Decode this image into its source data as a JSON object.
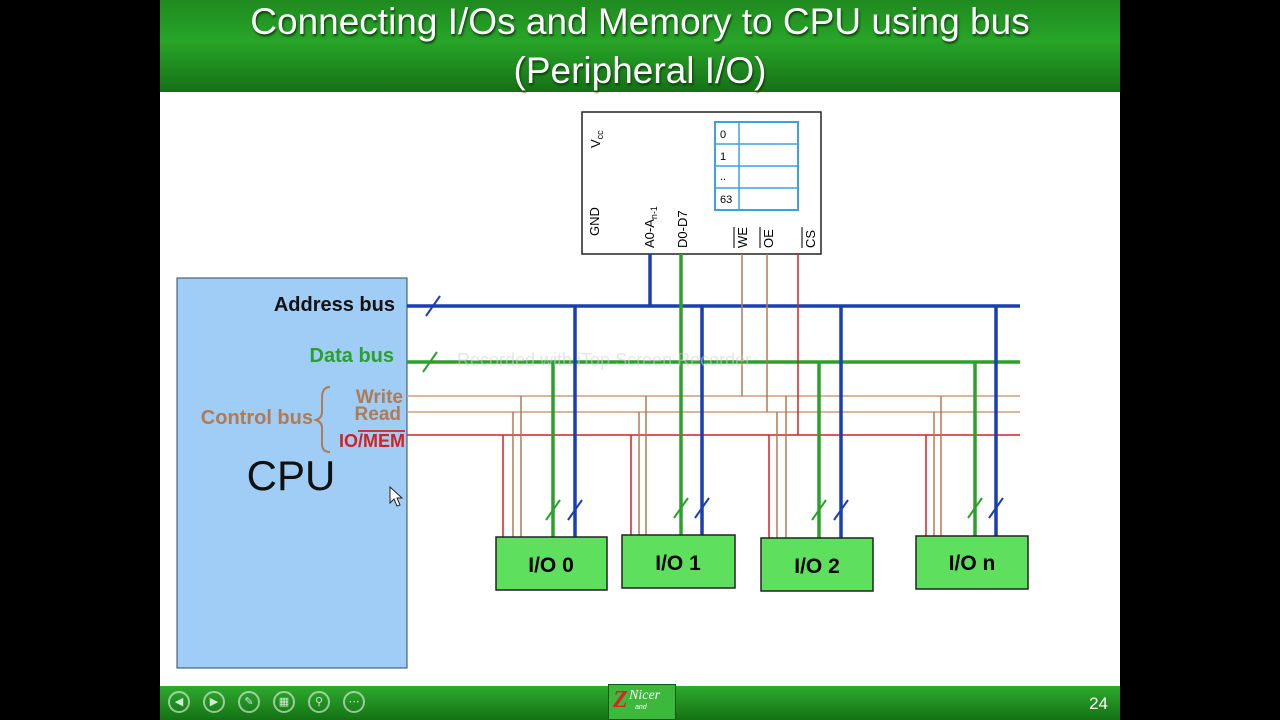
{
  "slide": {
    "title_line1": "Connecting I/Os and Memory to CPU using bus",
    "title_line2": "(Peripheral I/O)",
    "page_number": "24"
  },
  "cpu": {
    "label": "CPU",
    "address_bus": "Address bus",
    "data_bus": "Data bus",
    "control_bus": "Control bus",
    "write": "Write",
    "read": "Read",
    "io_mem_prefix": "IO/",
    "io_mem_bar": "MEM"
  },
  "memory": {
    "vcc": "V",
    "vcc_sub": "cc",
    "gnd": "GND",
    "addr_pin": "A0-A",
    "addr_pin_sub": "n-1",
    "data_pin": "D0-D7",
    "we": "WE",
    "oe": "OE",
    "cs": "CS",
    "rows": [
      "0",
      "1",
      "..",
      "63"
    ]
  },
  "io_devices": [
    "I/O 0",
    "I/O 1",
    "I/O 2",
    "I/O n"
  ],
  "watermark": "Recorded with iTop Screen Recorder",
  "logo": {
    "text": "Nicer",
    "sub": "and"
  },
  "colors": {
    "address_bus": "#1a3fb5",
    "data_bus": "#2ba02b",
    "write_read": "#b07a55",
    "io_mem": "#d42020",
    "cpu_fill": "#9fcdf6",
    "io_fill": "#5ee05e",
    "title_bar": "#28a528"
  },
  "icons": [
    "prev-icon",
    "next-icon",
    "pen-icon",
    "slides-icon",
    "zoom-icon",
    "more-icon"
  ]
}
